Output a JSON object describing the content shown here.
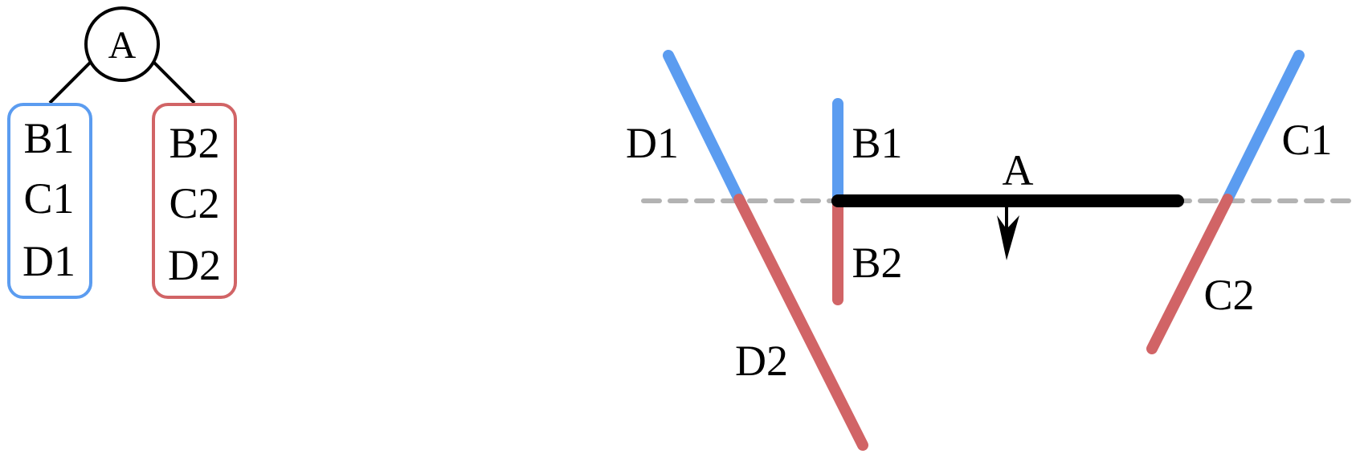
{
  "colors": {
    "front": "#5b9cf0",
    "back": "#d16466",
    "splitter": "#000000",
    "plane": "#b3b3b3"
  },
  "tree": {
    "root_label": "A",
    "front_list": [
      "B1",
      "C1",
      "D1"
    ],
    "back_list": [
      "B2",
      "C2",
      "D2"
    ]
  },
  "scene": {
    "splitter_label": "A",
    "segment_labels": {
      "d1": "D1",
      "d2": "D2",
      "b1": "B1",
      "b2": "B2",
      "c1": "C1",
      "c2": "C2"
    }
  }
}
